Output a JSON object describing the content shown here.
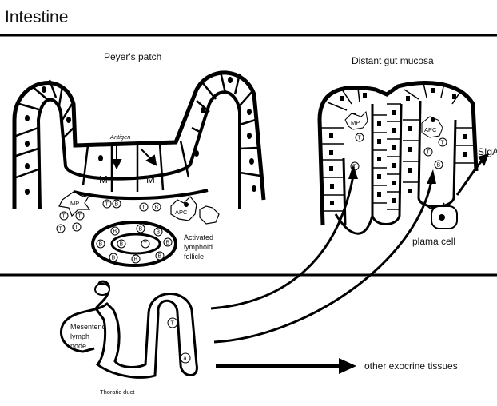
{
  "title": "Intestine",
  "peyers_patch": {
    "heading": "Peyer's patch",
    "antigen_label": "Antigen",
    "m_cell_label": "M",
    "follicle_label_lines": [
      "Activated",
      "lymphoid",
      "follicle"
    ],
    "mp_label": "MP",
    "apc_label": "APC",
    "t_label": "T",
    "b_label": "B"
  },
  "distant_mucosa": {
    "heading": "Distant gut mucosa",
    "sig_label": "SIgA",
    "plasma_label": "plama cell",
    "mp_label": "MP",
    "apc_label": "APC",
    "t_label": "T",
    "b_label": "B"
  },
  "lymph": {
    "node_label_lines": [
      "Mesentenc",
      "lymph",
      "node"
    ],
    "duct_label": "Thoratic duct",
    "t_label": "T",
    "a_label": "a"
  },
  "other_tissues_label": "other exocrine tissues",
  "line_color": "#000000",
  "background": "#ffffff"
}
